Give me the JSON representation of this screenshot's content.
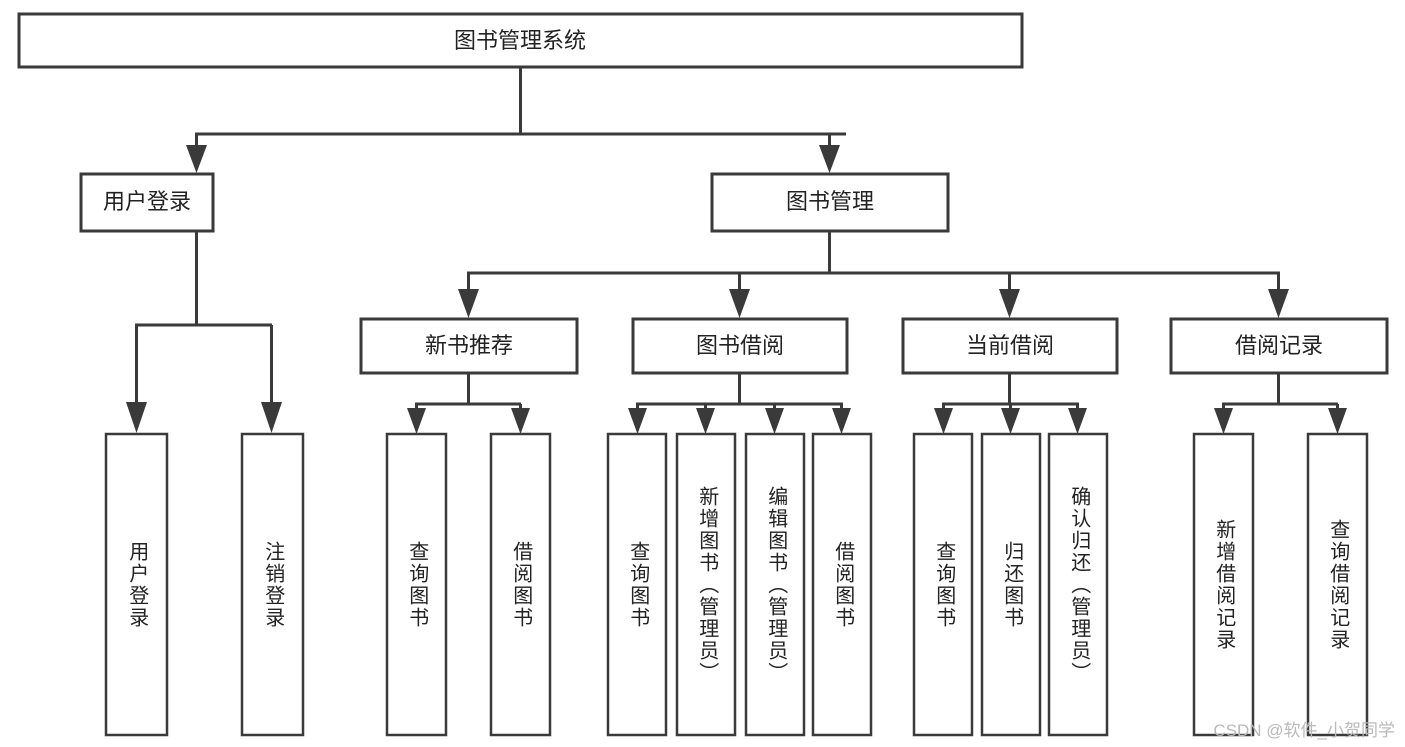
{
  "diagram": {
    "title": "图书管理系统",
    "type": "tree",
    "watermark": "CSDN @软件_小贺同学",
    "colors": {
      "stroke": "#3a3a3a",
      "fill": "#ffffff",
      "text": "#222222",
      "watermark": "#b9b9b9",
      "background": "#ffffff"
    },
    "nodes": {
      "root": {
        "label": "图书管理系统",
        "level": 0
      },
      "l1": [
        {
          "id": "user-login",
          "label": "用户登录",
          "level": 1
        },
        {
          "id": "book-manage",
          "label": "图书管理",
          "level": 1
        }
      ],
      "l2": [
        {
          "id": "new-book-recommend",
          "label": "新书推荐",
          "level": 2,
          "parent": "book-manage"
        },
        {
          "id": "book-borrow",
          "label": "图书借阅",
          "level": 2,
          "parent": "book-manage"
        },
        {
          "id": "current-borrow",
          "label": "当前借阅",
          "level": 2,
          "parent": "book-manage"
        },
        {
          "id": "borrow-record",
          "label": "借阅记录",
          "level": 2,
          "parent": "book-manage"
        }
      ],
      "leaves": [
        {
          "id": "leaf-user-login",
          "label": "用户登录",
          "parent": "user-login"
        },
        {
          "id": "leaf-logout-login",
          "label": "注销登录",
          "parent": "user-login"
        },
        {
          "id": "leaf-query-book-1",
          "label": "查询图书",
          "parent": "new-book-recommend"
        },
        {
          "id": "leaf-borrow-book-1",
          "label": "借阅图书",
          "parent": "new-book-recommend"
        },
        {
          "id": "leaf-query-book-2",
          "label": "查询图书",
          "parent": "book-borrow"
        },
        {
          "id": "leaf-add-book",
          "label": "新增图书（管理员）",
          "parent": "book-borrow"
        },
        {
          "id": "leaf-edit-book",
          "label": "编辑图书（管理员）",
          "parent": "book-borrow"
        },
        {
          "id": "leaf-borrow-book-2",
          "label": "借阅图书",
          "parent": "book-borrow"
        },
        {
          "id": "leaf-query-book-3",
          "label": "查询图书",
          "parent": "current-borrow"
        },
        {
          "id": "leaf-return-book",
          "label": "归还图书",
          "parent": "current-borrow"
        },
        {
          "id": "leaf-confirm-return",
          "label": "确认归还（管理员）",
          "parent": "current-borrow"
        },
        {
          "id": "leaf-add-record",
          "label": "新增借阅记录",
          "parent": "borrow-record"
        },
        {
          "id": "leaf-query-record",
          "label": "查询借阅记录",
          "parent": "borrow-record"
        }
      ]
    }
  }
}
